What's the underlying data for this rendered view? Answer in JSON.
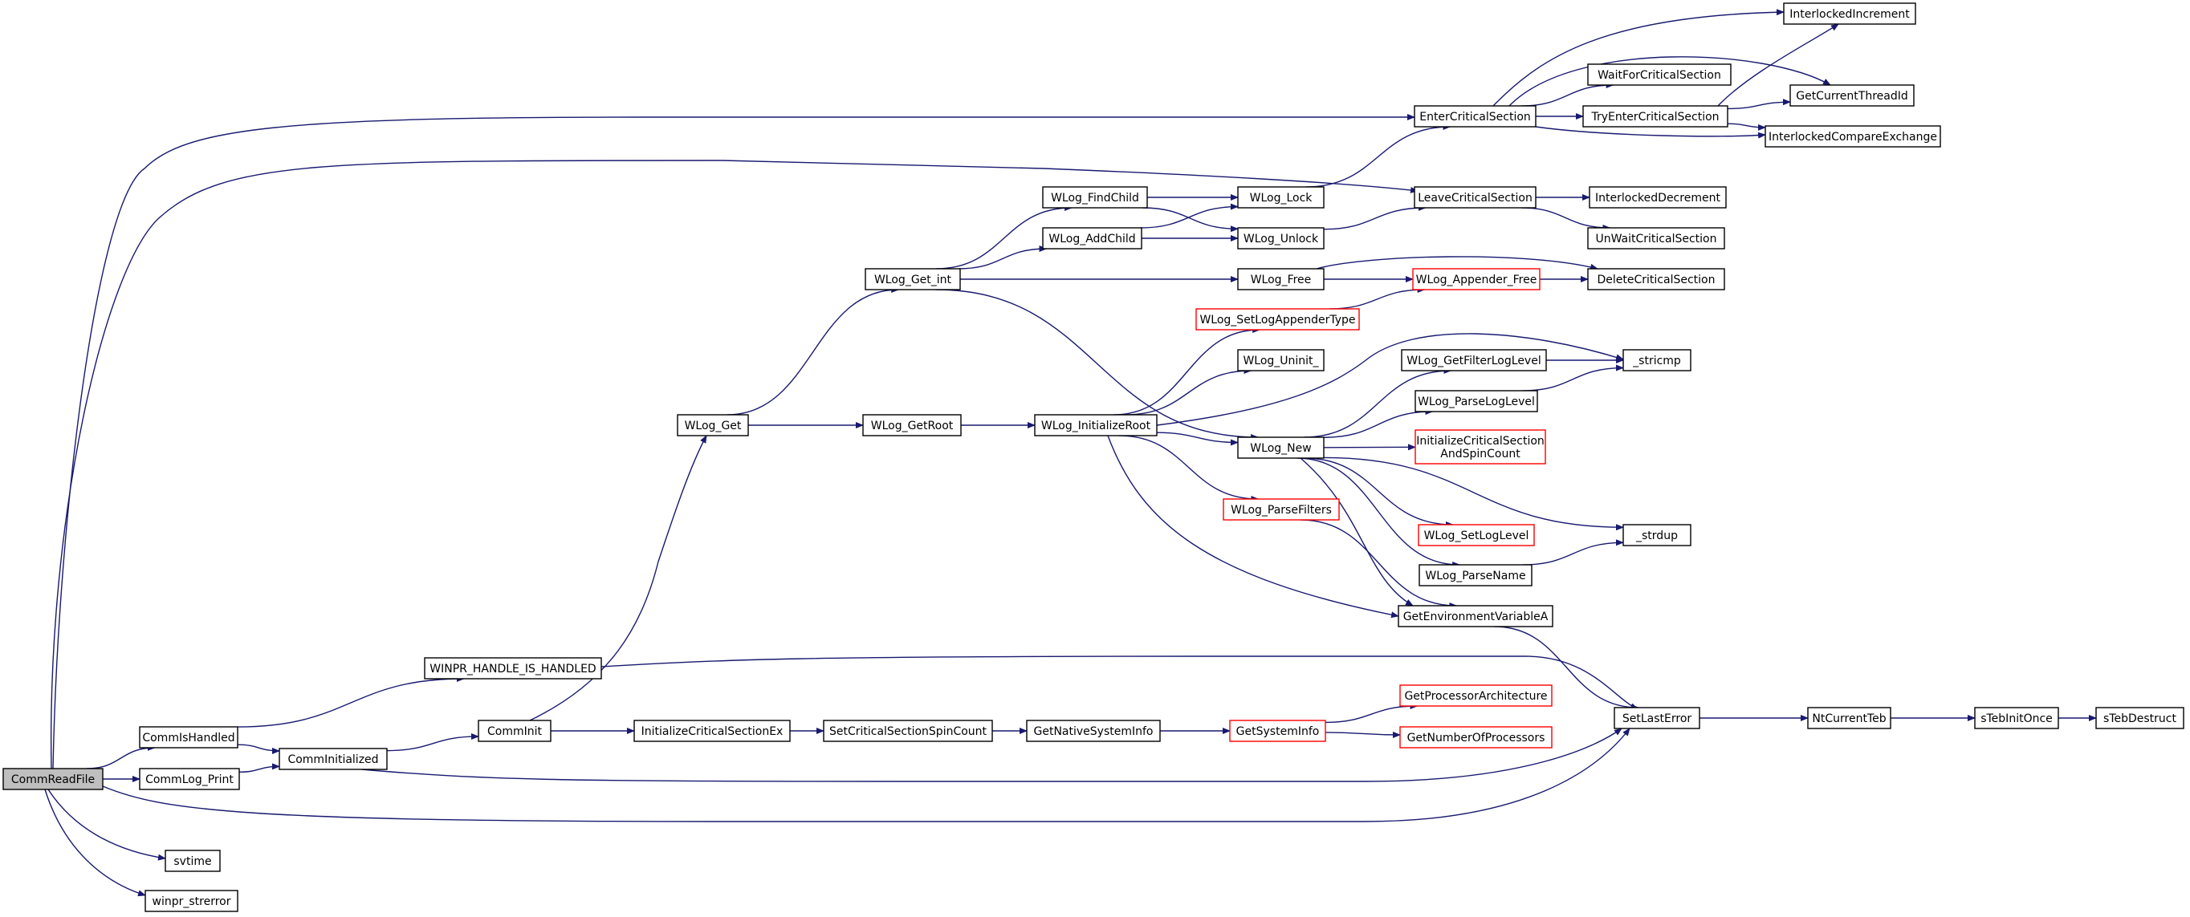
{
  "colors": {
    "edge": "#191970",
    "node_border": "#000000",
    "node_border_truncated": "#ff0000",
    "root_fill": "#bfbfbf"
  },
  "nodes": {
    "CommReadFile": {
      "label": [
        "CommReadFile"
      ],
      "style": "root"
    },
    "CommIsHandled": {
      "label": [
        "CommIsHandled"
      ]
    },
    "CommLog_Print": {
      "label": [
        "CommLog_Print"
      ]
    },
    "svtime": {
      "label": [
        "svtime"
      ]
    },
    "winpr_strerror": {
      "label": [
        "winpr_strerror"
      ]
    },
    "WINPR_HANDLE_IS_HANDLED": {
      "label": [
        "WINPR_HANDLE_IS_HANDLED"
      ]
    },
    "CommInitialized": {
      "label": [
        "CommInitialized"
      ]
    },
    "CommInit": {
      "label": [
        "CommInit"
      ]
    },
    "InitializeCriticalSectionEx": {
      "label": [
        "InitializeCriticalSectionEx"
      ]
    },
    "SetCriticalSectionSpinCount": {
      "label": [
        "SetCriticalSectionSpinCount"
      ]
    },
    "GetNativeSystemInfo": {
      "label": [
        "GetNativeSystemInfo"
      ]
    },
    "GetSystemInfo": {
      "label": [
        "GetSystemInfo"
      ],
      "style": "red"
    },
    "GetProcessorArchitecture": {
      "label": [
        "GetProcessorArchitecture"
      ],
      "style": "red"
    },
    "GetNumberOfProcessors": {
      "label": [
        "GetNumberOfProcessors"
      ],
      "style": "red"
    },
    "WLog_Get": {
      "label": [
        "WLog_Get"
      ]
    },
    "WLog_GetRoot": {
      "label": [
        "WLog_GetRoot"
      ]
    },
    "WLog_InitializeRoot": {
      "label": [
        "WLog_InitializeRoot"
      ]
    },
    "WLog_Get_int": {
      "label": [
        "WLog_Get_int"
      ]
    },
    "WLog_FindChild": {
      "label": [
        "WLog_FindChild"
      ]
    },
    "WLog_AddChild": {
      "label": [
        "WLog_AddChild"
      ]
    },
    "WLog_Lock": {
      "label": [
        "WLog_Lock"
      ]
    },
    "WLog_Unlock": {
      "label": [
        "WLog_Unlock"
      ]
    },
    "WLog_Free": {
      "label": [
        "WLog_Free"
      ]
    },
    "WLog_Appender_Free": {
      "label": [
        "WLog_Appender_Free"
      ],
      "style": "red"
    },
    "WLog_SetLogAppenderType": {
      "label": [
        "WLog_SetLogAppenderType"
      ],
      "style": "red"
    },
    "WLog_Uninit_": {
      "label": [
        "WLog_Uninit_"
      ]
    },
    "WLog_New": {
      "label": [
        "WLog_New"
      ]
    },
    "WLog_ParseFilters": {
      "label": [
        "WLog_ParseFilters"
      ],
      "style": "red"
    },
    "WLog_GetFilterLogLevel": {
      "label": [
        "WLog_GetFilterLogLevel"
      ]
    },
    "WLog_ParseLogLevel": {
      "label": [
        "WLog_ParseLogLevel"
      ]
    },
    "InitializeCriticalSectionAndSpinCount": {
      "label": [
        "InitializeCriticalSection",
        "AndSpinCount"
      ],
      "style": "red"
    },
    "WLog_SetLogLevel": {
      "label": [
        "WLog_SetLogLevel"
      ],
      "style": "red"
    },
    "WLog_ParseName": {
      "label": [
        "WLog_ParseName"
      ]
    },
    "GetEnvironmentVariableA": {
      "label": [
        "GetEnvironmentVariableA"
      ]
    },
    "_stricmp": {
      "label": [
        "_stricmp"
      ]
    },
    "_strdup": {
      "label": [
        "_strdup"
      ]
    },
    "EnterCriticalSection": {
      "label": [
        "EnterCriticalSection"
      ]
    },
    "LeaveCriticalSection": {
      "label": [
        "LeaveCriticalSection"
      ]
    },
    "DeleteCriticalSection": {
      "label": [
        "DeleteCriticalSection"
      ]
    },
    "WaitForCriticalSection": {
      "label": [
        "WaitForCriticalSection"
      ]
    },
    "TryEnterCriticalSection": {
      "label": [
        "TryEnterCriticalSection"
      ]
    },
    "InterlockedIncrement": {
      "label": [
        "InterlockedIncrement"
      ]
    },
    "GetCurrentThreadId": {
      "label": [
        "GetCurrentThreadId"
      ]
    },
    "InterlockedCompareExchange": {
      "label": [
        "InterlockedCompareExchange"
      ]
    },
    "InterlockedDecrement": {
      "label": [
        "InterlockedDecrement"
      ]
    },
    "UnWaitCriticalSection": {
      "label": [
        "UnWaitCriticalSection"
      ]
    },
    "SetLastError": {
      "label": [
        "SetLastError"
      ]
    },
    "NtCurrentTeb": {
      "label": [
        "NtCurrentTeb"
      ]
    },
    "sTebInitOnce": {
      "label": [
        "sTebInitOnce"
      ]
    },
    "sTebDestruct": {
      "label": [
        "sTebDestruct"
      ]
    }
  },
  "edges": [
    [
      "CommReadFile",
      "EnterCriticalSection"
    ],
    [
      "CommReadFile",
      "LeaveCriticalSection"
    ],
    [
      "CommReadFile",
      "CommIsHandled"
    ],
    [
      "CommReadFile",
      "CommLog_Print"
    ],
    [
      "CommReadFile",
      "SetLastError"
    ],
    [
      "CommReadFile",
      "svtime"
    ],
    [
      "CommReadFile",
      "winpr_strerror"
    ],
    [
      "CommIsHandled",
      "WINPR_HANDLE_IS_HANDLED"
    ],
    [
      "CommIsHandled",
      "CommInitialized"
    ],
    [
      "CommLog_Print",
      "CommInitialized"
    ],
    [
      "WINPR_HANDLE_IS_HANDLED",
      "SetLastError"
    ],
    [
      "CommInitialized",
      "CommInit"
    ],
    [
      "CommInitialized",
      "SetLastError"
    ],
    [
      "CommInit",
      "WLog_Get"
    ],
    [
      "CommInit",
      "InitializeCriticalSectionEx"
    ],
    [
      "InitializeCriticalSectionEx",
      "SetCriticalSectionSpinCount"
    ],
    [
      "SetCriticalSectionSpinCount",
      "GetNativeSystemInfo"
    ],
    [
      "GetNativeSystemInfo",
      "GetSystemInfo"
    ],
    [
      "GetSystemInfo",
      "GetProcessorArchitecture"
    ],
    [
      "GetSystemInfo",
      "GetNumberOfProcessors"
    ],
    [
      "WLog_Get",
      "WLog_Get_int"
    ],
    [
      "WLog_Get",
      "WLog_GetRoot"
    ],
    [
      "WLog_GetRoot",
      "WLog_InitializeRoot"
    ],
    [
      "WLog_Get_int",
      "WLog_FindChild"
    ],
    [
      "WLog_Get_int",
      "WLog_AddChild"
    ],
    [
      "WLog_Get_int",
      "WLog_Free"
    ],
    [
      "WLog_Get_int",
      "WLog_New"
    ],
    [
      "WLog_FindChild",
      "WLog_Lock"
    ],
    [
      "WLog_FindChild",
      "WLog_Unlock"
    ],
    [
      "WLog_AddChild",
      "WLog_Lock"
    ],
    [
      "WLog_AddChild",
      "WLog_Unlock"
    ],
    [
      "WLog_Lock",
      "EnterCriticalSection"
    ],
    [
      "WLog_Unlock",
      "LeaveCriticalSection"
    ],
    [
      "WLog_Free",
      "WLog_Appender_Free"
    ],
    [
      "WLog_Free",
      "DeleteCriticalSection"
    ],
    [
      "WLog_Appender_Free",
      "DeleteCriticalSection"
    ],
    [
      "WLog_SetLogAppenderType",
      "WLog_Appender_Free"
    ],
    [
      "WLog_InitializeRoot",
      "WLog_SetLogAppenderType"
    ],
    [
      "WLog_InitializeRoot",
      "WLog_Uninit_"
    ],
    [
      "WLog_InitializeRoot",
      "_stricmp"
    ],
    [
      "WLog_InitializeRoot",
      "WLog_New"
    ],
    [
      "WLog_InitializeRoot",
      "WLog_ParseFilters"
    ],
    [
      "WLog_InitializeRoot",
      "GetEnvironmentVariableA"
    ],
    [
      "WLog_New",
      "WLog_GetFilterLogLevel"
    ],
    [
      "WLog_New",
      "WLog_ParseLogLevel"
    ],
    [
      "WLog_New",
      "InitializeCriticalSectionAndSpinCount"
    ],
    [
      "WLog_New",
      "WLog_SetLogLevel"
    ],
    [
      "WLog_New",
      "WLog_ParseName"
    ],
    [
      "WLog_New",
      "GetEnvironmentVariableA"
    ],
    [
      "WLog_New",
      "_strdup"
    ],
    [
      "WLog_ParseFilters",
      "GetEnvironmentVariableA"
    ],
    [
      "WLog_GetFilterLogLevel",
      "_stricmp"
    ],
    [
      "WLog_ParseLogLevel",
      "_stricmp"
    ],
    [
      "WLog_ParseName",
      "_strdup"
    ],
    [
      "GetEnvironmentVariableA",
      "SetLastError"
    ],
    [
      "EnterCriticalSection",
      "InterlockedIncrement"
    ],
    [
      "EnterCriticalSection",
      "WaitForCriticalSection"
    ],
    [
      "EnterCriticalSection",
      "GetCurrentThreadId"
    ],
    [
      "EnterCriticalSection",
      "TryEnterCriticalSection"
    ],
    [
      "EnterCriticalSection",
      "InterlockedCompareExchange"
    ],
    [
      "TryEnterCriticalSection",
      "InterlockedIncrement"
    ],
    [
      "TryEnterCriticalSection",
      "GetCurrentThreadId"
    ],
    [
      "TryEnterCriticalSection",
      "InterlockedCompareExchange"
    ],
    [
      "LeaveCriticalSection",
      "InterlockedDecrement"
    ],
    [
      "LeaveCriticalSection",
      "UnWaitCriticalSection"
    ],
    [
      "SetLastError",
      "NtCurrentTeb"
    ],
    [
      "NtCurrentTeb",
      "sTebInitOnce"
    ],
    [
      "sTebInitOnce",
      "sTebDestruct"
    ]
  ]
}
